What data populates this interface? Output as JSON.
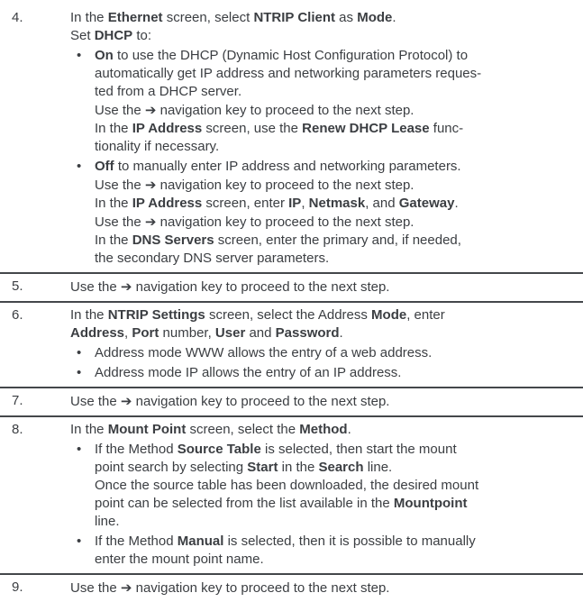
{
  "icons": {
    "arrow_right": "➔",
    "bullet": "•"
  },
  "colors": {
    "text": "#3b3e42",
    "rule": "#44474b",
    "background": "#ffffff"
  },
  "steps": [
    {
      "number": "4.",
      "blocks": [
        {
          "bullet": false,
          "lines": [
            [
              {
                "t": "In the "
              },
              {
                "t": "Ethernet",
                "b": true
              },
              {
                "t": " screen, select "
              },
              {
                "t": "NTRIP Client",
                "b": true
              },
              {
                "t": " as "
              },
              {
                "t": "Mode",
                "b": true
              },
              {
                "t": "."
              }
            ],
            [
              {
                "t": "Set "
              },
              {
                "t": "DHCP",
                "b": true
              },
              {
                "t": " to:"
              }
            ]
          ]
        },
        {
          "bullet": true,
          "lines": [
            [
              {
                "t": "On",
                "b": true
              },
              {
                "t": " to use the DHCP (Dynamic Host Configuration Protocol) to"
              }
            ],
            [
              {
                "t": "automatically get IP address and networking parameters reques-"
              }
            ],
            [
              {
                "t": "ted from a DHCP server."
              }
            ],
            [
              {
                "t": "Use the "
              },
              {
                "i": "arrow"
              },
              {
                "t": " navigation key to proceed to the next step."
              }
            ],
            [
              {
                "t": "In the "
              },
              {
                "t": "IP Address",
                "b": true
              },
              {
                "t": " screen, use the "
              },
              {
                "t": "Renew DHCP Lease",
                "b": true
              },
              {
                "t": " func-"
              }
            ],
            [
              {
                "t": "tionality if necessary."
              }
            ]
          ]
        },
        {
          "bullet": true,
          "lines": [
            [
              {
                "t": "Off",
                "b": true
              },
              {
                "t": " to manually enter IP address and networking parameters."
              }
            ],
            [
              {
                "t": "Use the "
              },
              {
                "i": "arrow"
              },
              {
                "t": " navigation key to proceed to the next step."
              }
            ],
            [
              {
                "t": "In the "
              },
              {
                "t": "IP Address",
                "b": true
              },
              {
                "t": " screen, enter "
              },
              {
                "t": "IP",
                "b": true
              },
              {
                "t": ", "
              },
              {
                "t": "Netmask",
                "b": true
              },
              {
                "t": ", and "
              },
              {
                "t": "Gateway",
                "b": true
              },
              {
                "t": "."
              }
            ],
            [
              {
                "t": "Use the "
              },
              {
                "i": "arrow"
              },
              {
                "t": " navigation key to proceed to the next step."
              }
            ],
            [
              {
                "t": "In the "
              },
              {
                "t": "DNS Servers",
                "b": true
              },
              {
                "t": " screen, enter the primary and, if needed,"
              }
            ],
            [
              {
                "t": "the secondary DNS server parameters."
              }
            ]
          ]
        }
      ]
    },
    {
      "number": "5.",
      "blocks": [
        {
          "bullet": false,
          "lines": [
            [
              {
                "t": "Use the "
              },
              {
                "i": "arrow"
              },
              {
                "t": " navigation key to proceed to the next step."
              }
            ]
          ]
        }
      ]
    },
    {
      "number": "6.",
      "blocks": [
        {
          "bullet": false,
          "lines": [
            [
              {
                "t": "In the "
              },
              {
                "t": "NTRIP Settings",
                "b": true
              },
              {
                "t": " screen, select the Address "
              },
              {
                "t": "Mode",
                "b": true
              },
              {
                "t": ", enter"
              }
            ],
            [
              {
                "t": "Address",
                "b": true
              },
              {
                "t": ", "
              },
              {
                "t": "Port",
                "b": true
              },
              {
                "t": " number, "
              },
              {
                "t": "User",
                "b": true
              },
              {
                "t": " and "
              },
              {
                "t": "Password",
                "b": true
              },
              {
                "t": "."
              }
            ]
          ]
        },
        {
          "bullet": true,
          "lines": [
            [
              {
                "t": "Address mode WWW allows the entry of a web address."
              }
            ]
          ]
        },
        {
          "bullet": true,
          "lines": [
            [
              {
                "t": "Address mode IP allows the entry of an IP address."
              }
            ]
          ]
        }
      ]
    },
    {
      "number": "7.",
      "blocks": [
        {
          "bullet": false,
          "lines": [
            [
              {
                "t": "Use the "
              },
              {
                "i": "arrow"
              },
              {
                "t": " navigation key to proceed to the next step."
              }
            ]
          ]
        }
      ]
    },
    {
      "number": "8.",
      "blocks": [
        {
          "bullet": false,
          "lines": [
            [
              {
                "t": "In the "
              },
              {
                "t": "Mount Point",
                "b": true
              },
              {
                "t": " screen, select the "
              },
              {
                "t": "Method",
                "b": true
              },
              {
                "t": "."
              }
            ]
          ]
        },
        {
          "bullet": true,
          "lines": [
            [
              {
                "t": "If the Method "
              },
              {
                "t": "Source Table",
                "b": true
              },
              {
                "t": " is selected, then start the mount"
              }
            ],
            [
              {
                "t": "point search by selecting "
              },
              {
                "t": "Start",
                "b": true
              },
              {
                "t": " in the "
              },
              {
                "t": "Search",
                "b": true
              },
              {
                "t": " line."
              }
            ],
            [
              {
                "t": "Once the source table has been downloaded, the desired mount"
              }
            ],
            [
              {
                "t": "point can be selected from the list available in the "
              },
              {
                "t": "Mountpoint",
                "b": true
              }
            ],
            [
              {
                "t": "line."
              }
            ]
          ]
        },
        {
          "bullet": true,
          "lines": [
            [
              {
                "t": "If the Method "
              },
              {
                "t": "Manual",
                "b": true
              },
              {
                "t": " is selected, then it is possible to manually"
              }
            ],
            [
              {
                "t": "enter the mount point name."
              }
            ]
          ]
        }
      ]
    },
    {
      "number": "9.",
      "blocks": [
        {
          "bullet": false,
          "lines": [
            [
              {
                "t": "Use the "
              },
              {
                "i": "arrow"
              },
              {
                "t": " navigation key to proceed to the next step."
              }
            ]
          ]
        }
      ]
    }
  ]
}
